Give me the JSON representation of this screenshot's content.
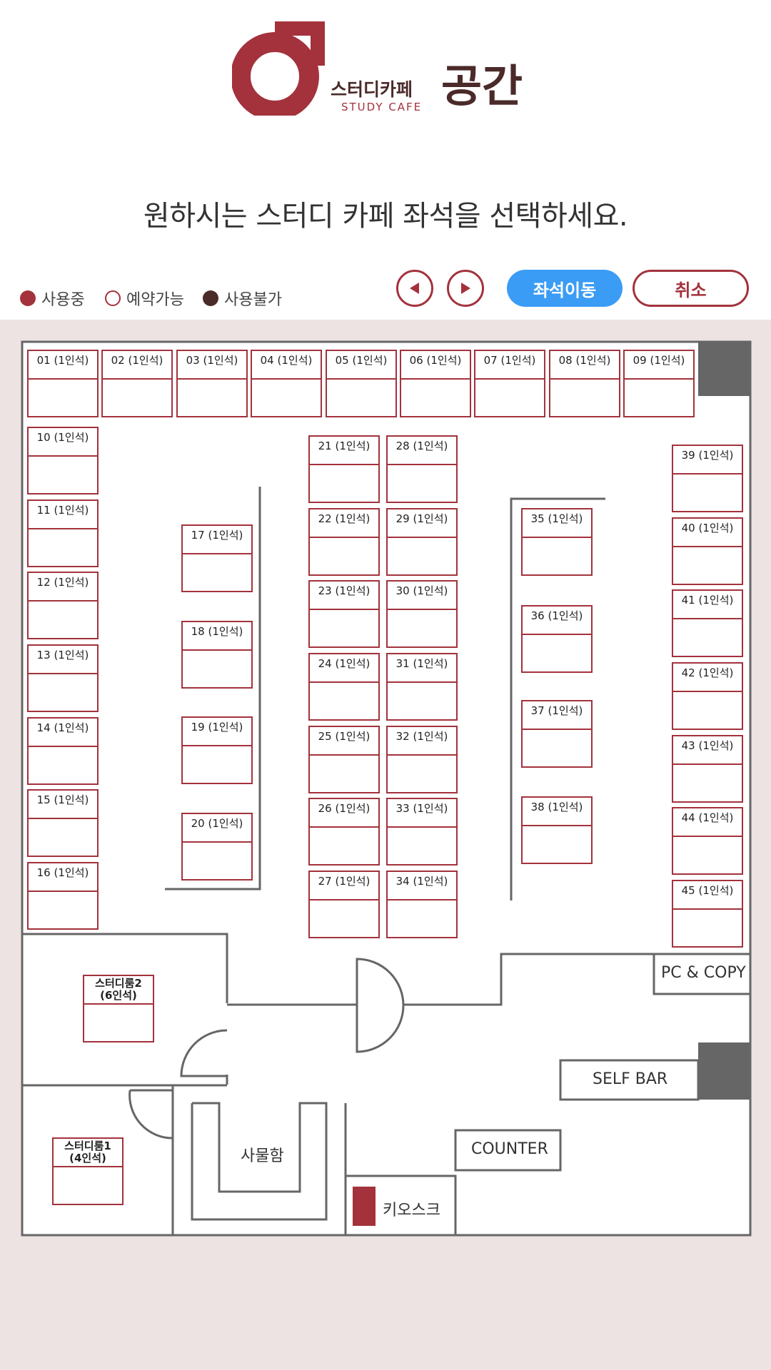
{
  "header": {
    "logo_name_ko": "스터디카페",
    "logo_name_en": "STUDY CAFE",
    "logo_big_text": "공간",
    "prompt": "원하시는 스터디 카페 좌석을 선택하세요."
  },
  "legend": [
    {
      "label": "사용중",
      "color": "#a3323c"
    },
    {
      "label": "예약가능",
      "color": "#a3323c"
    },
    {
      "label": "사용불가",
      "color": "#4b2a2a"
    }
  ],
  "controls": {
    "move_label": "좌석이동",
    "cancel_label": "취소"
  },
  "seats": [
    {
      "label": "01 (1인석)"
    },
    {
      "label": "02 (1인석)"
    },
    {
      "label": "03 (1인석)"
    },
    {
      "label": "04 (1인석)"
    },
    {
      "label": "05 (1인석)"
    },
    {
      "label": "06 (1인석)"
    },
    {
      "label": "07 (1인석)"
    },
    {
      "label": "08 (1인석)"
    },
    {
      "label": "09 (1인석)"
    },
    {
      "label": "10 (1인석)"
    },
    {
      "label": "11 (1인석)"
    },
    {
      "label": "12 (1인석)"
    },
    {
      "label": "13 (1인석)"
    },
    {
      "label": "14 (1인석)"
    },
    {
      "label": "15 (1인석)"
    },
    {
      "label": "16 (1인석)"
    },
    {
      "label": "17 (1인석)"
    },
    {
      "label": "18 (1인석)"
    },
    {
      "label": "19 (1인석)"
    },
    {
      "label": "20 (1인석)"
    },
    {
      "label": "21 (1인석)"
    },
    {
      "label": "22 (1인석)"
    },
    {
      "label": "23 (1인석)"
    },
    {
      "label": "24 (1인석)"
    },
    {
      "label": "25 (1인석)"
    },
    {
      "label": "26 (1인석)"
    },
    {
      "label": "27 (1인석)"
    },
    {
      "label": "28 (1인석)"
    },
    {
      "label": "29 (1인석)"
    },
    {
      "label": "30 (1인석)"
    },
    {
      "label": "31 (1인석)"
    },
    {
      "label": "32 (1인석)"
    },
    {
      "label": "33 (1인석)"
    },
    {
      "label": "34 (1인석)"
    },
    {
      "label": "35 (1인석)"
    },
    {
      "label": "36 (1인석)"
    },
    {
      "label": "37 (1인석)"
    },
    {
      "label": "38 (1인석)"
    },
    {
      "label": "39 (1인석)"
    },
    {
      "label": "40 (1인석)"
    },
    {
      "label": "41 (1인석)"
    },
    {
      "label": "42 (1인석)"
    },
    {
      "label": "43 (1인석)"
    },
    {
      "label": "44 (1인석)"
    },
    {
      "label": "45 (1인석)"
    }
  ],
  "rooms": [
    {
      "name": "스터디룸2",
      "capacity": "(6인석)"
    },
    {
      "name": "스터디룸1",
      "capacity": "(4인석)"
    }
  ],
  "facilities": {
    "pc_copy": "PC & COPY",
    "self_bar": "SELF BAR",
    "counter": "COUNTER",
    "locker": "사물함",
    "kiosk": "키오스크"
  },
  "colors": {
    "brand": "#a3323c",
    "brand_dark": "#4b2a2a",
    "accent_button": "#3b9cf5",
    "floor_bg": "#ede3e3",
    "wall": "#666666"
  }
}
